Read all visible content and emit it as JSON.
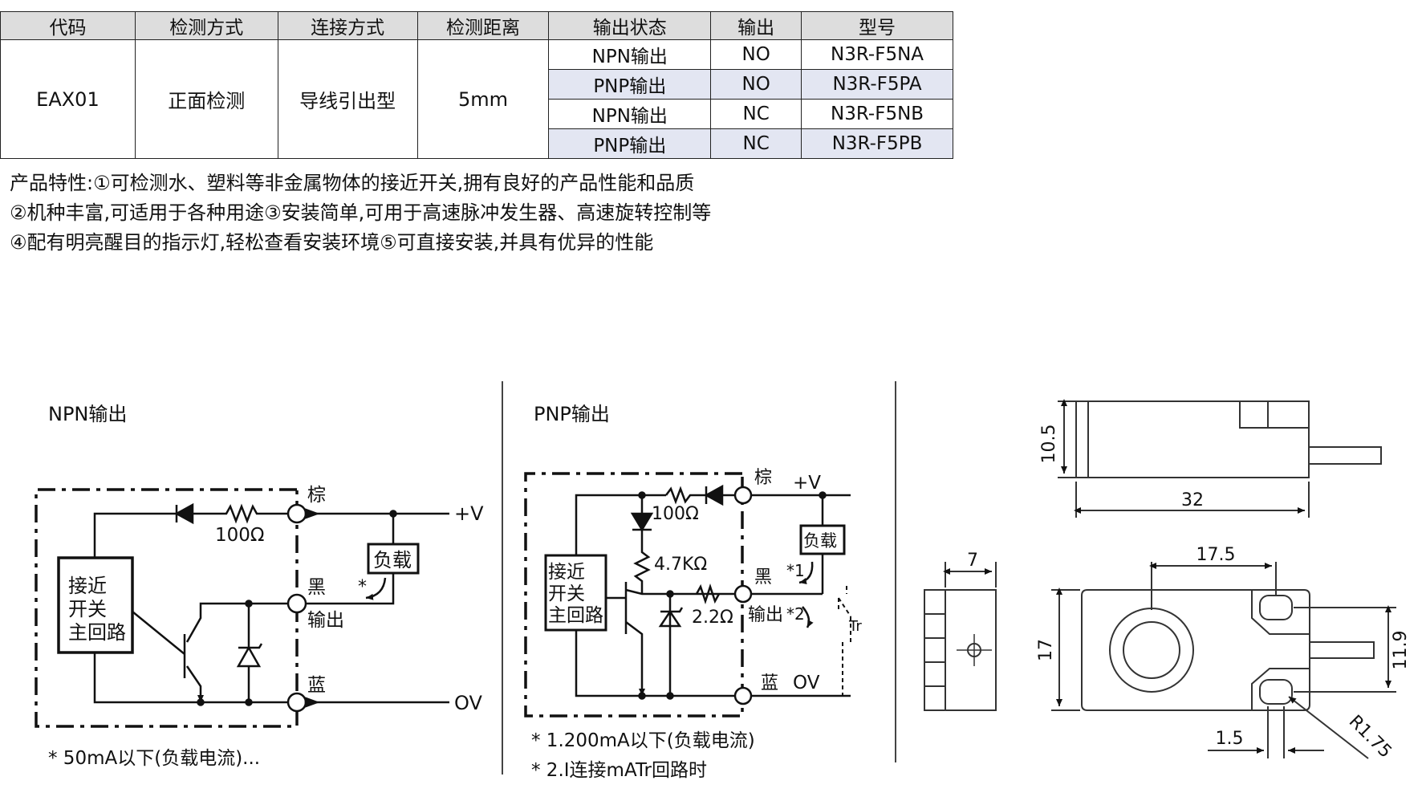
{
  "table": {
    "headers": [
      "代码",
      "检测方式",
      "连接方式",
      "检测距离",
      "输出状态",
      "输出",
      "型号"
    ],
    "code": "EAX01",
    "detection_method": "正面检测",
    "connection": "导线引出型",
    "distance": "5mm",
    "rows": [
      {
        "output_state": "NPN输出",
        "output": "NO",
        "model": "N3R-F5NA"
      },
      {
        "output_state": "PNP输出",
        "output": "NO",
        "model": "N3R-F5PA"
      },
      {
        "output_state": "NPN输出",
        "output": "NC",
        "model": "N3R-F5NB"
      },
      {
        "output_state": "PNP输出",
        "output": "NC",
        "model": "N3R-F5PB"
      }
    ]
  },
  "features": [
    "产品特性:①可检测水、塑料等非金属物体的接近开关,拥有良好的产品性能和品质",
    "②机种丰富,可适用于各种用途③安装简单,可用于高速脉冲发生器、高速旋转控制等",
    "④配有明亮醒目的指示灯,轻松查看安装环境⑤可直接安装,并具有优异的性能"
  ],
  "npn": {
    "title": "NPN输出",
    "circuit_lines": [
      "接近",
      "开关",
      "主回路"
    ],
    "resistor": "100Ω",
    "wire_brown": "棕",
    "wire_black": "黑",
    "output_label": "输出",
    "wire_blue": "蓝",
    "plus_v": "+V",
    "zero_v": "OV",
    "load": "负载",
    "star": "*",
    "note": "* 50mA以下(负载电流)..."
  },
  "pnp": {
    "title": "PNP输出",
    "circuit_lines": [
      "接近",
      "开关",
      "主回路"
    ],
    "resistor_top": "100Ω",
    "resistor_mid": "4.7KΩ",
    "resistor_out": "2.2Ω",
    "wire_brown": "棕",
    "wire_black": "黑",
    "output_label": "输出",
    "wire_blue": "蓝",
    "plus_v": "+V",
    "zero_v": "OV",
    "load": "负载",
    "star1": "*1",
    "star2": "*2",
    "tr": "Tr",
    "note1": "* 1.200mA以下(负载电流)",
    "note2": "* 2.I连接mATr回路时"
  },
  "dims": {
    "height": "10.5",
    "length": "32",
    "side_width": "7",
    "hole_offset": "17.5",
    "width": "17",
    "hole_pitch": "11.9",
    "wall": "1.5",
    "radius": "R1.75"
  }
}
